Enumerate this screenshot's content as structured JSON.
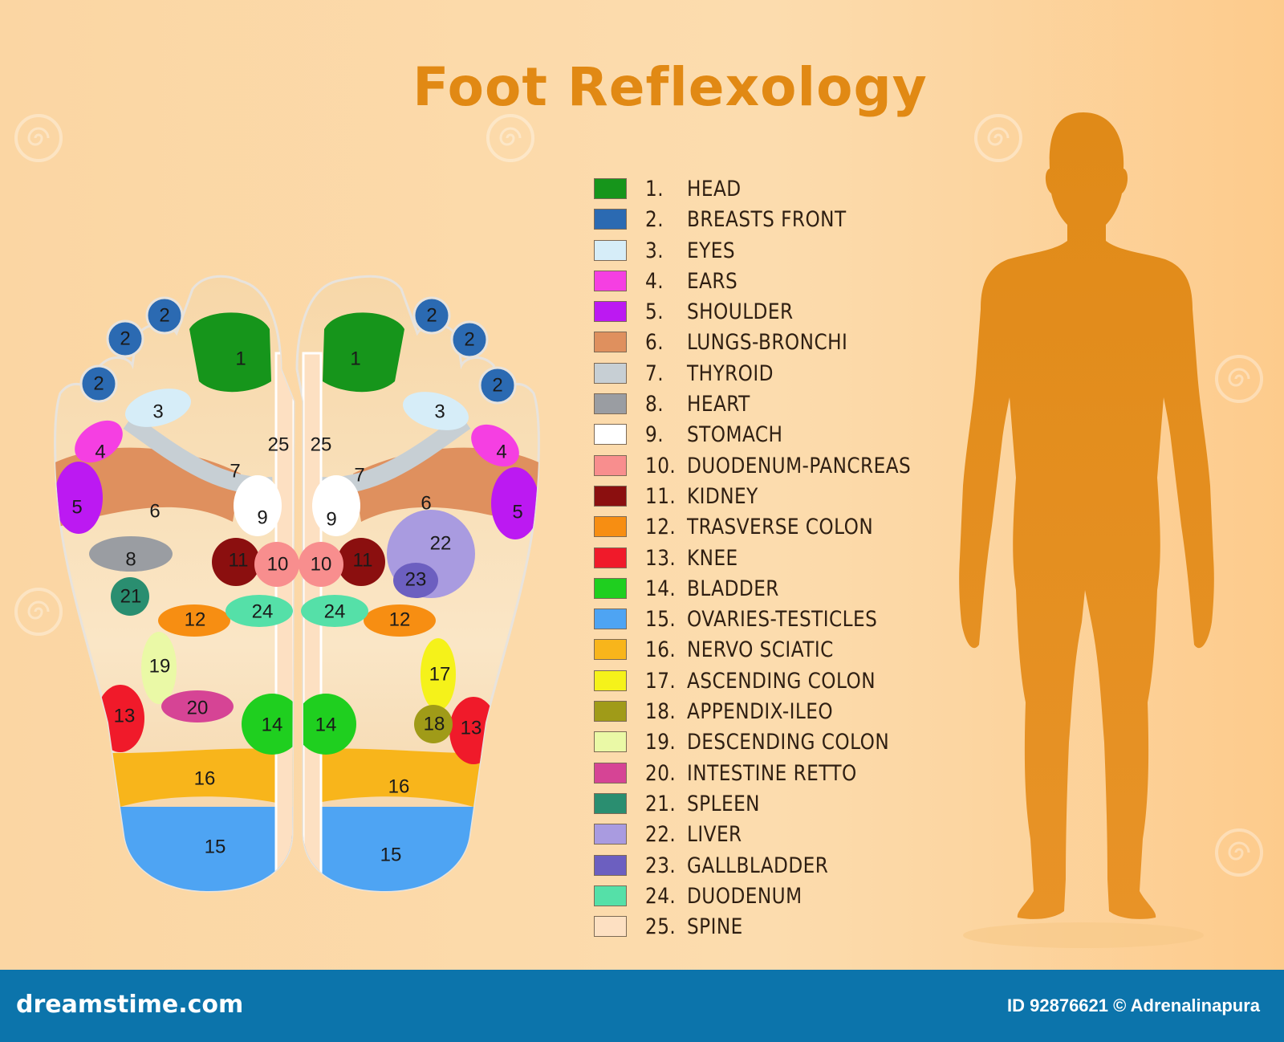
{
  "title": "Foot Reflexology",
  "legend": [
    {
      "num": "1.",
      "label": "HEAD",
      "color": "#16951b"
    },
    {
      "num": "2.",
      "label": "BREASTS FRONT",
      "color": "#2b6ab2"
    },
    {
      "num": "3.",
      "label": "EYES",
      "color": "#d6edf8"
    },
    {
      "num": "4.",
      "label": "EARS",
      "color": "#f53fe2"
    },
    {
      "num": "5.",
      "label": "SHOULDER",
      "color": "#bc19f2"
    },
    {
      "num": "6.",
      "label": "LUNGS-BRONCHI",
      "color": "#df905e"
    },
    {
      "num": "7.",
      "label": "THYROID",
      "color": "#c7cfd4"
    },
    {
      "num": "8.",
      "label": "HEART",
      "color": "#9a9da2"
    },
    {
      "num": "9.",
      "label": "STOMACH",
      "color": "#ffffff"
    },
    {
      "num": "10.",
      "label": "DUODENUM-PANCREAS",
      "color": "#f88e8e"
    },
    {
      "num": "11.",
      "label": "KIDNEY",
      "color": "#8b0f0f"
    },
    {
      "num": "12.",
      "label": "TRASVERSE COLON",
      "color": "#f78e12"
    },
    {
      "num": "13.",
      "label": "KNEE",
      "color": "#f01a2a"
    },
    {
      "num": "14.",
      "label": "BLADDER",
      "color": "#1fcf1f"
    },
    {
      "num": "15.",
      "label": "OVARIES-TESTICLES",
      "color": "#4ea4f3"
    },
    {
      "num": "16.",
      "label": "NERVO SCIATIC",
      "color": "#f8b51b"
    },
    {
      "num": "17.",
      "label": "ASCENDING COLON",
      "color": "#f5f21a"
    },
    {
      "num": "18.",
      "label": "APPENDIX-ILEO",
      "color": "#a09b18"
    },
    {
      "num": "19.",
      "label": "DESCENDING COLON",
      "color": "#eaf9a6"
    },
    {
      "num": "20.",
      "label": "INTESTINE RETTO",
      "color": "#d64495"
    },
    {
      "num": "21.",
      "label": "SPLEEN",
      "color": "#2a8e70"
    },
    {
      "num": "22.",
      "label": "LIVER",
      "color": "#a99be0"
    },
    {
      "num": "23.",
      "label": "GALLBLADDER",
      "color": "#6c5fc0"
    },
    {
      "num": "24.",
      "label": "DUODENUM",
      "color": "#55e0a8"
    },
    {
      "num": "25.",
      "label": "SPINE",
      "color": "#fde0c2"
    }
  ],
  "footer": {
    "brand": "dreamstime.com",
    "credit": "ID 92876621 © Adrenalinapura"
  },
  "colors": {
    "background": "#fbd6a3",
    "title": "#e18914",
    "silhouette": "#e38d1b",
    "footer": "#0c74ab"
  }
}
